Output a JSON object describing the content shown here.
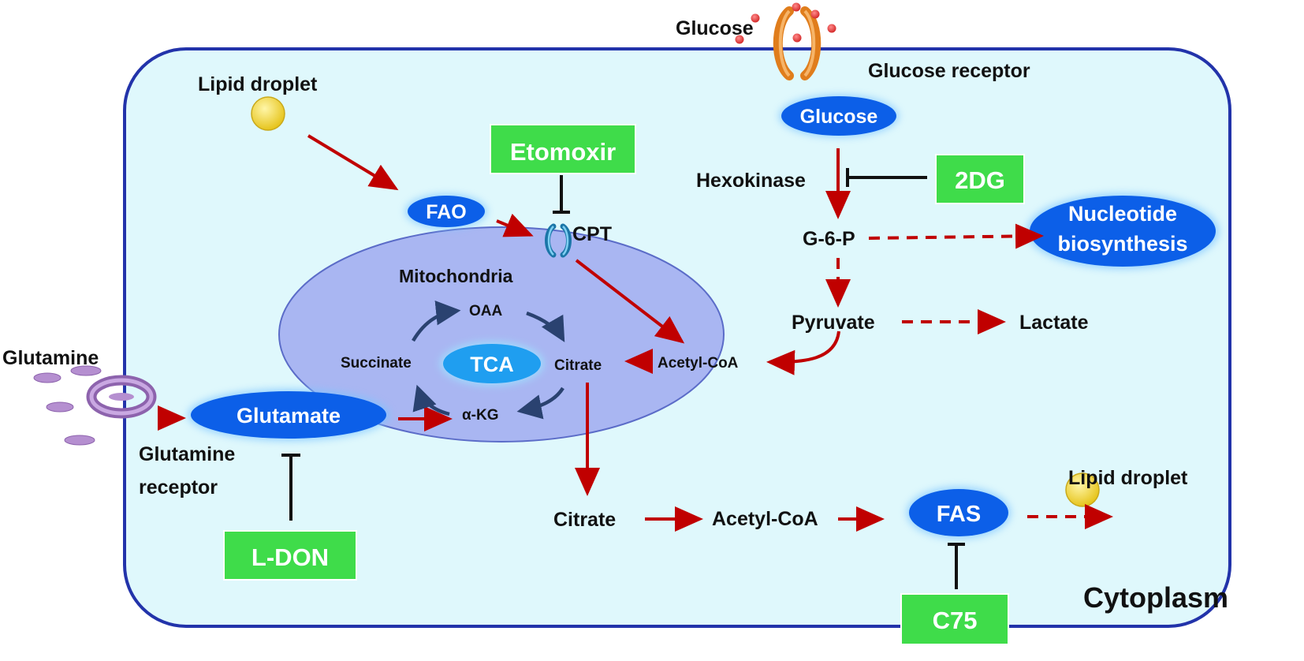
{
  "labels": {
    "glucose_outside": "Glucose",
    "glucose_receptor": "Glucose receptor",
    "glucose_node": "Glucose",
    "lipid_droplet_top": "Lipid droplet",
    "fao": "FAO",
    "etomoxir": "Etomoxir",
    "cpt": "CPT",
    "mitochondria": "Mitochondria",
    "hexokinase": "Hexokinase",
    "twodg": "2DG",
    "g6p": "G-6-P",
    "nucleotide_line1": "Nucleotide",
    "nucleotide_line2": "biosynthesis",
    "pyruvate": "Pyruvate",
    "lactate": "Lactate",
    "oaa": "OAA",
    "succinate": "Succinate",
    "tca": "TCA",
    "citrate_mito": "Citrate",
    "acetylcoa_mito": "Acetyl-CoA",
    "akg": "α-KG",
    "glutamine": "Glutamine",
    "glutamate": "Glutamate",
    "glutamine_receptor_line1": "Glutamine",
    "glutamine_receptor_line2": "receptor",
    "ldon": "L-DON",
    "citrate_cyto": "Citrate",
    "acetylcoa_cyto": "Acetyl-CoA",
    "fas": "FAS",
    "lipid_droplet_bottom": "Lipid droplet",
    "c75": "C75",
    "cytoplasm": "Cytoplasm"
  },
  "colors": {
    "cell_fill": "#dff8fc",
    "cell_border": "#2233aa",
    "mito_fill": "#a9b6f2",
    "mito_border": "#5b6cc8",
    "node_blue": "#0c5fe8",
    "tca_blue": "#1f9ef0",
    "inhibitor_green": "#3fdc4a",
    "arrow_red": "#c00000",
    "cycle_arrow": "#2a4270",
    "lipid_yellow": "#f2d83a",
    "glutamine_purple": "#b58fd0"
  }
}
